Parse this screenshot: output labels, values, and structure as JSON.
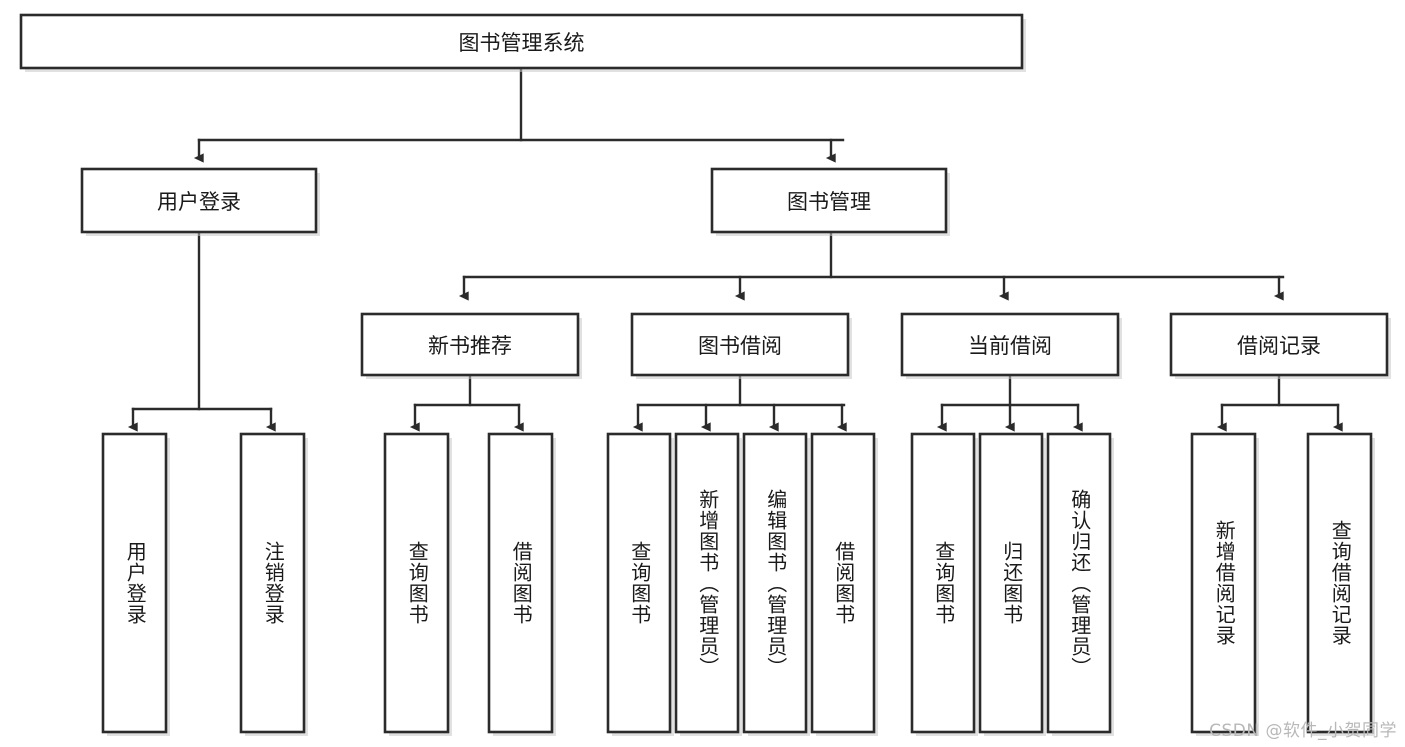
{
  "diagram": {
    "type": "tree",
    "title_node": "图书管理系统",
    "watermark": "CSDN @软件_小贺同学",
    "colors": {
      "box_fill": "#ffffff",
      "box_stroke": "#2b2b2b",
      "connector": "#2b2b2b",
      "text": "#1a1a1a",
      "watermark": "#b8b8b8",
      "background": "#ffffff"
    },
    "nodes": {
      "root": {
        "label": "图书管理系统"
      },
      "level2": [
        {
          "id": "user-login",
          "label": "用户登录"
        },
        {
          "id": "book-manage",
          "label": "图书管理"
        }
      ],
      "level3": [
        {
          "id": "new-book-rec",
          "label": "新书推荐"
        },
        {
          "id": "book-borrow",
          "label": "图书借阅"
        },
        {
          "id": "current-borrow",
          "label": "当前借阅"
        },
        {
          "id": "borrow-record",
          "label": "借阅记录"
        }
      ],
      "leaves": {
        "user-login": [
          {
            "id": "leaf-user-login",
            "label": "用户登录"
          },
          {
            "id": "leaf-logout",
            "label": "注销登录"
          }
        ],
        "new-book-rec": [
          {
            "id": "leaf-query-book-1",
            "label": "查询图书"
          },
          {
            "id": "leaf-borrow-book-1",
            "label": "借阅图书"
          }
        ],
        "book-borrow": [
          {
            "id": "leaf-query-book-2",
            "label": "查询图书"
          },
          {
            "id": "leaf-add-book",
            "label": "新增图书（管理员）"
          },
          {
            "id": "leaf-edit-book",
            "label": "编辑图书（管理员）"
          },
          {
            "id": "leaf-borrow-book-2",
            "label": "借阅图书"
          }
        ],
        "current-borrow": [
          {
            "id": "leaf-query-book-3",
            "label": "查询图书"
          },
          {
            "id": "leaf-return-book",
            "label": "归还图书"
          },
          {
            "id": "leaf-confirm-return",
            "label": "确认归还（管理员）"
          }
        ],
        "borrow-record": [
          {
            "id": "leaf-add-record",
            "label": "新增借阅记录"
          },
          {
            "id": "leaf-query-record",
            "label": "查询借阅记录"
          }
        ]
      }
    }
  }
}
